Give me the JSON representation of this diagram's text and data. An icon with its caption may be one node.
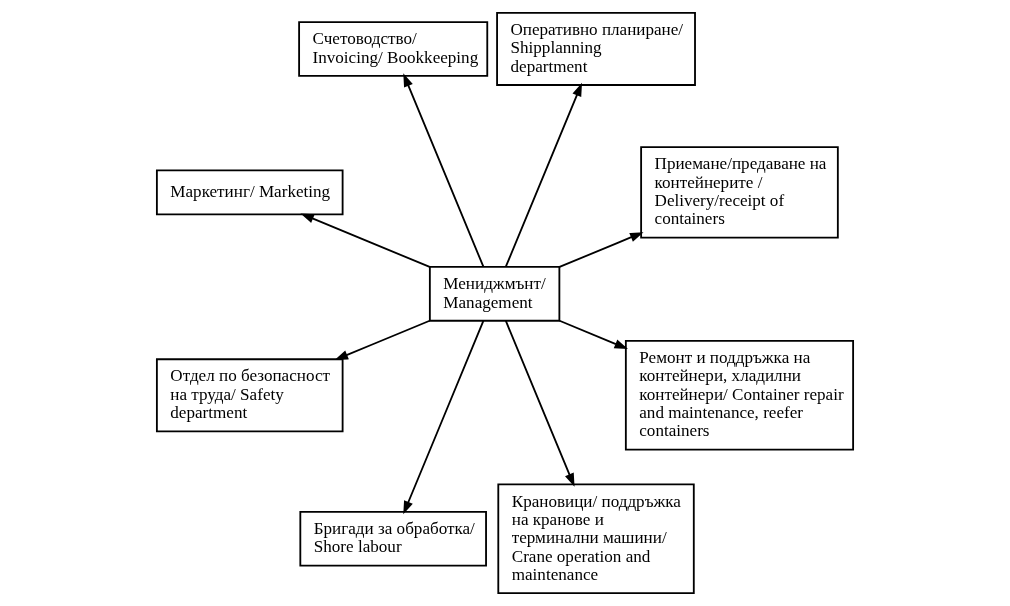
{
  "diagram": {
    "nodes": [
      {
        "text": [
          "Мениджмънт/ Management"
        ]
      },
      {
        "text": [
          "Приемане/предаване на контейнерите / Delivery/receipt of containers"
        ]
      },
      {
        "text": [
          "Оперативно планиране/ Shipplanning department"
        ]
      },
      {
        "text": [
          "Счетоводство/ Invoicing/ Bookkeeping"
        ]
      },
      {
        "text": [
          "Маркетинг/ Marketing"
        ]
      },
      {
        "text": [
          "Отдел по безопасност на труда/ Safety department"
        ]
      },
      {
        "text": [
          "Бригади за обработка/ Shore labour"
        ]
      },
      {
        "text": [
          "Крановици/ поддръжка на кранове и терминални машини/ Crane operation and maintenance"
        ]
      },
      {
        "text": [
          "Ремонт и поддръжка на контейнери, хладилни контейнери/ Container repair and maintenance, reefer containers"
        ]
      }
    ],
    "edges": [
      {
        "from": 0,
        "to": 1,
        "arrow": "to"
      },
      {
        "from": 0,
        "to": 2,
        "arrow": "to"
      },
      {
        "from": 0,
        "to": 3,
        "arrow": "to"
      },
      {
        "from": 0,
        "to": 4,
        "arrow": "to"
      },
      {
        "from": 0,
        "to": 8,
        "arrow": "to"
      },
      {
        "from": 0,
        "to": 7,
        "arrow": "to"
      },
      {
        "from": 0,
        "to": 6,
        "arrow": "to"
      },
      {
        "from": 0,
        "to": 5,
        "arrow": "to"
      }
    ]
  }
}
